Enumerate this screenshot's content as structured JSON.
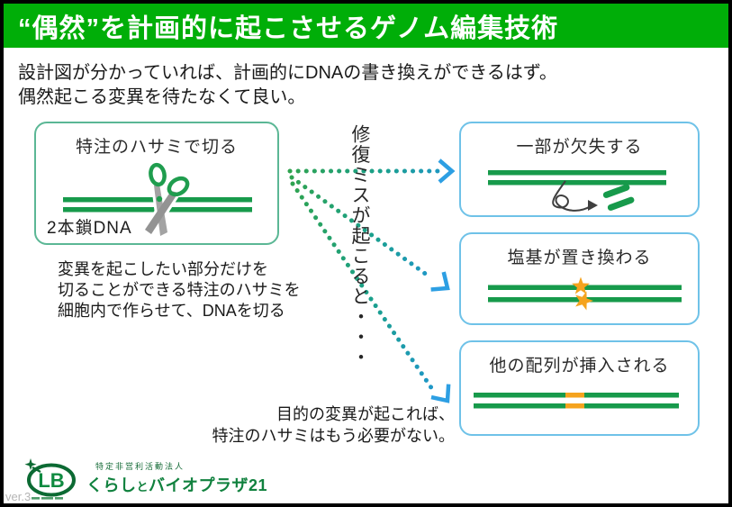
{
  "header": {
    "title": "“偶然”を計画的に起こさせるゲノム編集技術"
  },
  "intro": {
    "line1": "設計図が分かっていれば、計画的にDNAの書き換えができるはず。",
    "line2": "偶然起こる変異を待たなくて良い。"
  },
  "source_box": {
    "title": "特注のハサミで切る",
    "dna_label": "2本鎖DNA"
  },
  "source_note": {
    "line1": "変異を起こしたい部分だけを",
    "line2": "切ることができる特注のハサミを",
    "line3": "細胞内で作らせて、DNAを切る"
  },
  "branch_label": "修復ミスが起こると・・・",
  "outcomes": [
    {
      "title": "一部が欠失する"
    },
    {
      "title": "塩基が置き換わる"
    },
    {
      "title": "他の配列が挿入される"
    }
  ],
  "footnote": {
    "line1": "目的の変異が起これば、",
    "line2": "特注のハサミはもう必要がない。"
  },
  "logo": {
    "org_type": "特定非営利活動法人",
    "name_kurashi": "くらし",
    "name_to": "と",
    "name_bio": "バイオプラザ21",
    "monogram": "LB"
  },
  "version": "ver.3",
  "colors": {
    "header_green": "#00AE08",
    "dna_green": "#179A4B",
    "source_box_border": "#5BB795",
    "outcome_box_border": "#6FC2E8",
    "arrow_head_blue": "#2D9FE3",
    "arrow_dot_green": "#2FA34F",
    "arrow_dot_teal": "#1F97C9",
    "mutation_orange": "#F5A31E",
    "logo_green": "#0C6A33"
  }
}
